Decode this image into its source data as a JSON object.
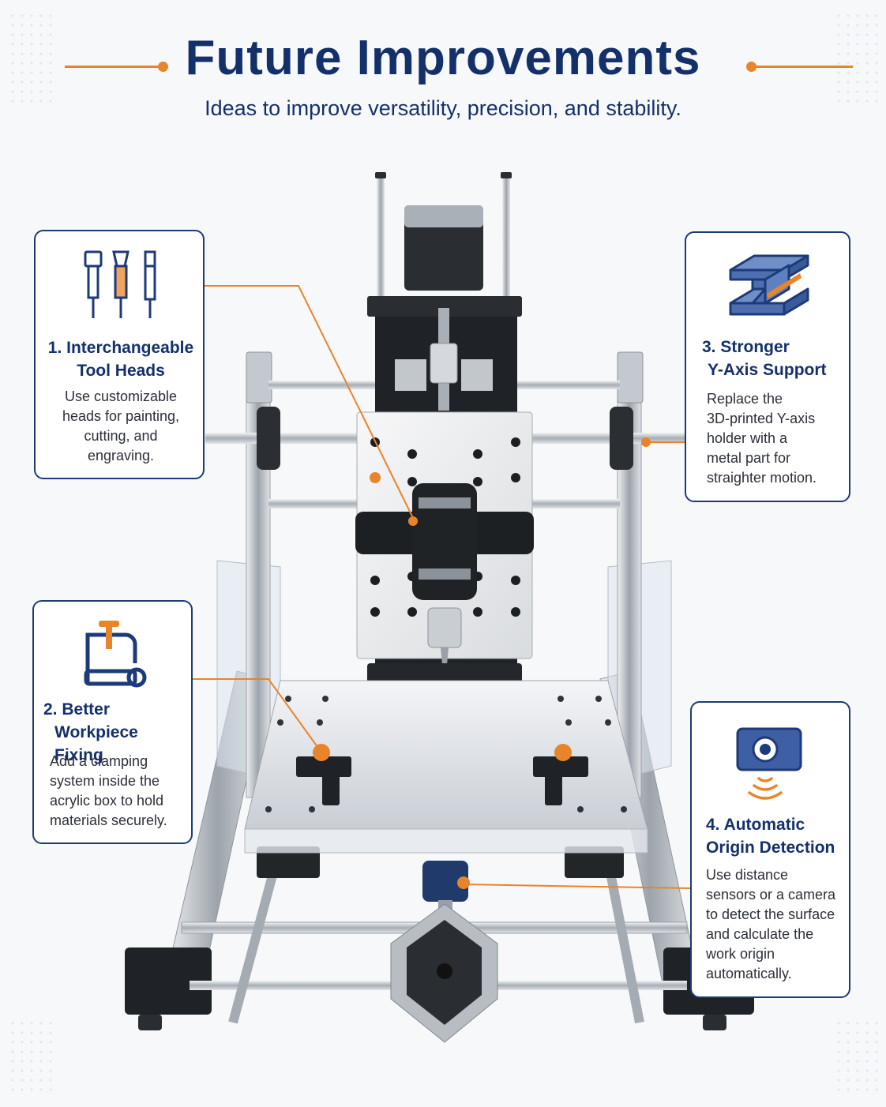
{
  "header": {
    "title": "Future Improvements",
    "subtitle": "Ideas to improve versatility, precision, and stability."
  },
  "colors": {
    "navy": "#14306b",
    "accent": "#e8852a"
  },
  "cards": [
    {
      "id": "interchangeable-tool-heads",
      "icon": "tool-heads-icon",
      "title_line1": "1. Interchangeable",
      "title_line2": "Tool Heads",
      "description": [
        "Use customizable",
        "heads for painting,",
        "cutting, and",
        "engraving."
      ]
    },
    {
      "id": "better-workpiece-fixing",
      "icon": "clamp-icon",
      "title_line1": "2. Better",
      "title_line2": "Workpiece Fixing",
      "description": [
        "Add a clamping",
        "system inside the",
        "acrylic box to hold",
        "materials securely."
      ]
    },
    {
      "id": "stronger-y-axis-support",
      "icon": "i-beam-icon",
      "title_line1": "3. Stronger",
      "title_line2": "Y-Axis Support",
      "description": [
        "Replace the",
        "3D-printed Y-axis",
        "holder with a",
        "metal part for",
        "straighter motion."
      ]
    },
    {
      "id": "automatic-origin-detection",
      "icon": "sensor-camera-icon",
      "title_line1": "4. Automatic",
      "title_line2": "Origin Detection",
      "description": [
        "Use distance",
        "sensors or a camera",
        "to detect the surface",
        "and calculate the",
        "work origin",
        "automatically."
      ]
    }
  ]
}
